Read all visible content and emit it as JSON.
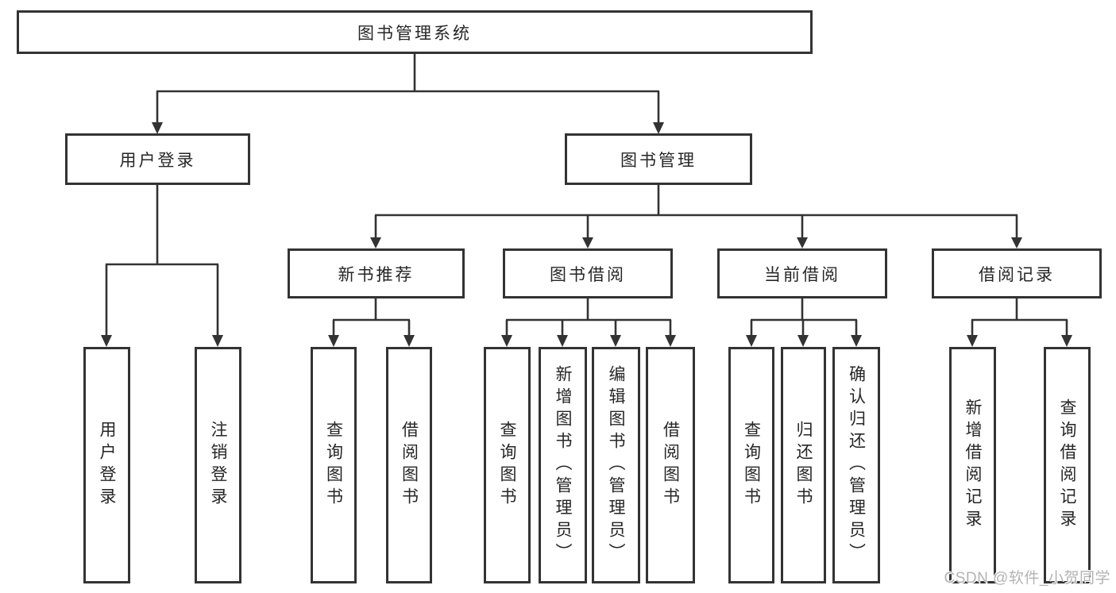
{
  "page": {
    "type": "functional-structure-diagram",
    "background": "#ffffff",
    "watermark": "CSDN @软件_小贺同学"
  },
  "colors": {
    "line": "#333333",
    "box_border": "#333333",
    "box_fill": "#ffffff",
    "text": "#262626",
    "watermark": "#b3b3b3"
  },
  "tree": {
    "label": "图书管理系统",
    "children": [
      {
        "label": "用户登录",
        "children": [
          {
            "label": "用户登录"
          },
          {
            "label": "注销登录"
          }
        ]
      },
      {
        "label": "图书管理",
        "children": [
          {
            "label": "新书推荐",
            "children": [
              {
                "label": "查询图书"
              },
              {
                "label": "借阅图书"
              }
            ]
          },
          {
            "label": "图书借阅",
            "children": [
              {
                "label": "查询图书"
              },
              {
                "label": "新增图书（管理员）"
              },
              {
                "label": "编辑图书（管理员）"
              },
              {
                "label": "借阅图书"
              }
            ]
          },
          {
            "label": "当前借阅",
            "children": [
              {
                "label": "查询图书"
              },
              {
                "label": "归还图书"
              },
              {
                "label": "确认归还（管理员）"
              }
            ]
          },
          {
            "label": "借阅记录",
            "children": [
              {
                "label": "新增借阅记录"
              },
              {
                "label": "查询借阅记录"
              }
            ]
          }
        ]
      }
    ]
  }
}
